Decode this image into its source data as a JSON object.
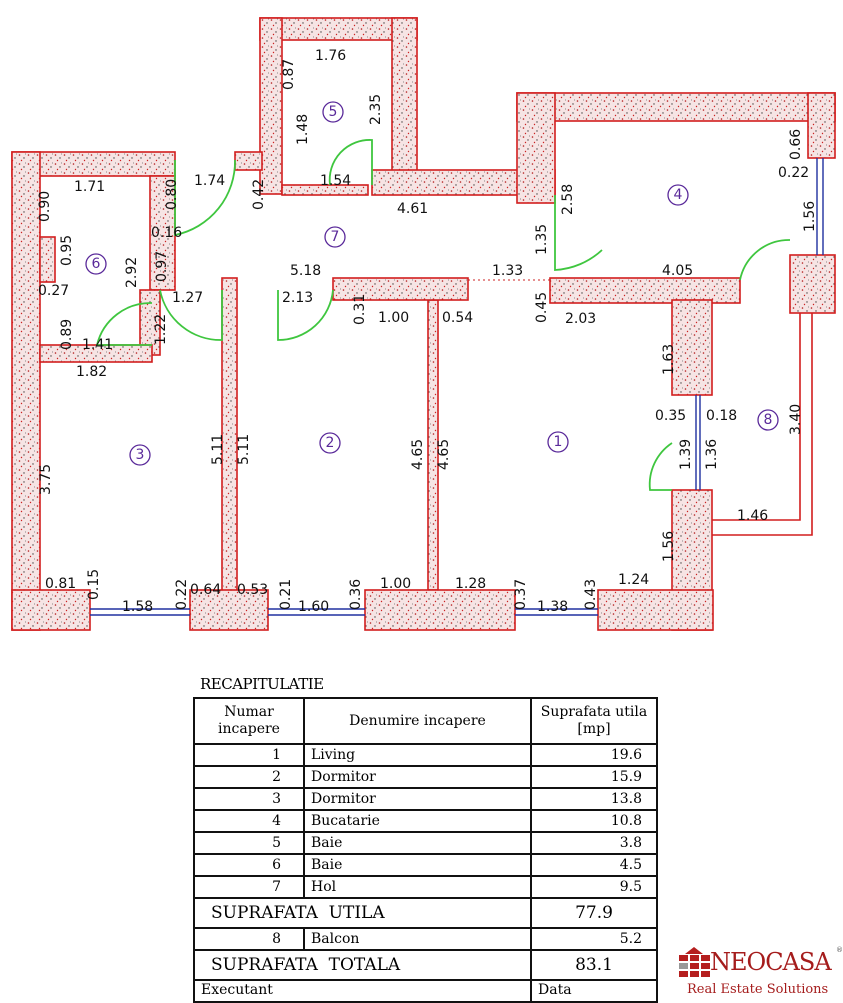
{
  "plan": {
    "room_numbers": [
      "1",
      "2",
      "3",
      "4",
      "5",
      "6",
      "7",
      "8"
    ],
    "dims": [
      "1.76",
      "0.87",
      "2.35",
      "1.48",
      "1.54",
      "0.42",
      "1.74",
      "0.80",
      "0.16",
      "4.61",
      "1.71",
      "0.90",
      "0.95",
      "0.27",
      "0.89",
      "1.41",
      "2.92",
      "0.97",
      "1.22",
      "1.82",
      "1.27",
      "5.18",
      "2.13",
      "0.31",
      "1.00",
      "0.54",
      "1.33",
      "1.35",
      "0.45",
      "2.58",
      "0.66",
      "0.22",
      "1.56",
      "4.05",
      "2.03",
      "1.63",
      "0.35",
      "0.18",
      "1.39",
      "1.36",
      "3.40",
      "1.46",
      "1.56",
      "1.24",
      "3.75",
      "5.11",
      "5.11",
      "4.65",
      "4.65",
      "0.81",
      "0.15",
      "1.58",
      "0.22",
      "0.64",
      "0.53",
      "0.21",
      "1.60",
      "0.36",
      "1.00",
      "1.28",
      "0.37",
      "1.38",
      "0.43"
    ],
    "colors": {
      "wall": "#d21e1e",
      "door": "#3fc63f",
      "window": "#2030a0",
      "room_label": "#5a2a9a"
    }
  },
  "recap": {
    "title": "RECAPITULATIE",
    "headers": [
      "Numar incapere",
      "Denumire incapere",
      "Suprafata utila [mp]"
    ],
    "rows": [
      {
        "nr": "1",
        "name": "Living",
        "area": "19.6"
      },
      {
        "nr": "2",
        "name": "Dormitor",
        "area": "15.9"
      },
      {
        "nr": "3",
        "name": "Dormitor",
        "area": "13.8"
      },
      {
        "nr": "4",
        "name": "Bucatarie",
        "area": "10.8"
      },
      {
        "nr": "5",
        "name": "Baie",
        "area": "3.8"
      },
      {
        "nr": "6",
        "name": "Baie",
        "area": "4.5"
      },
      {
        "nr": "7",
        "name": "Hol",
        "area": "9.5"
      }
    ],
    "useful_label": "SUPRAFATA  UTILA",
    "useful_value": "77.9",
    "balcony": {
      "nr": "8",
      "name": "Balcon",
      "area": "5.2"
    },
    "total_label": "SUPRAFATA  TOTALA",
    "total_value": "83.1",
    "executant_label": "Executant",
    "data_label": "Data"
  },
  "logo": {
    "brand": "NEOCASA",
    "tagline": "Real Estate Solutions",
    "registered": "®"
  }
}
